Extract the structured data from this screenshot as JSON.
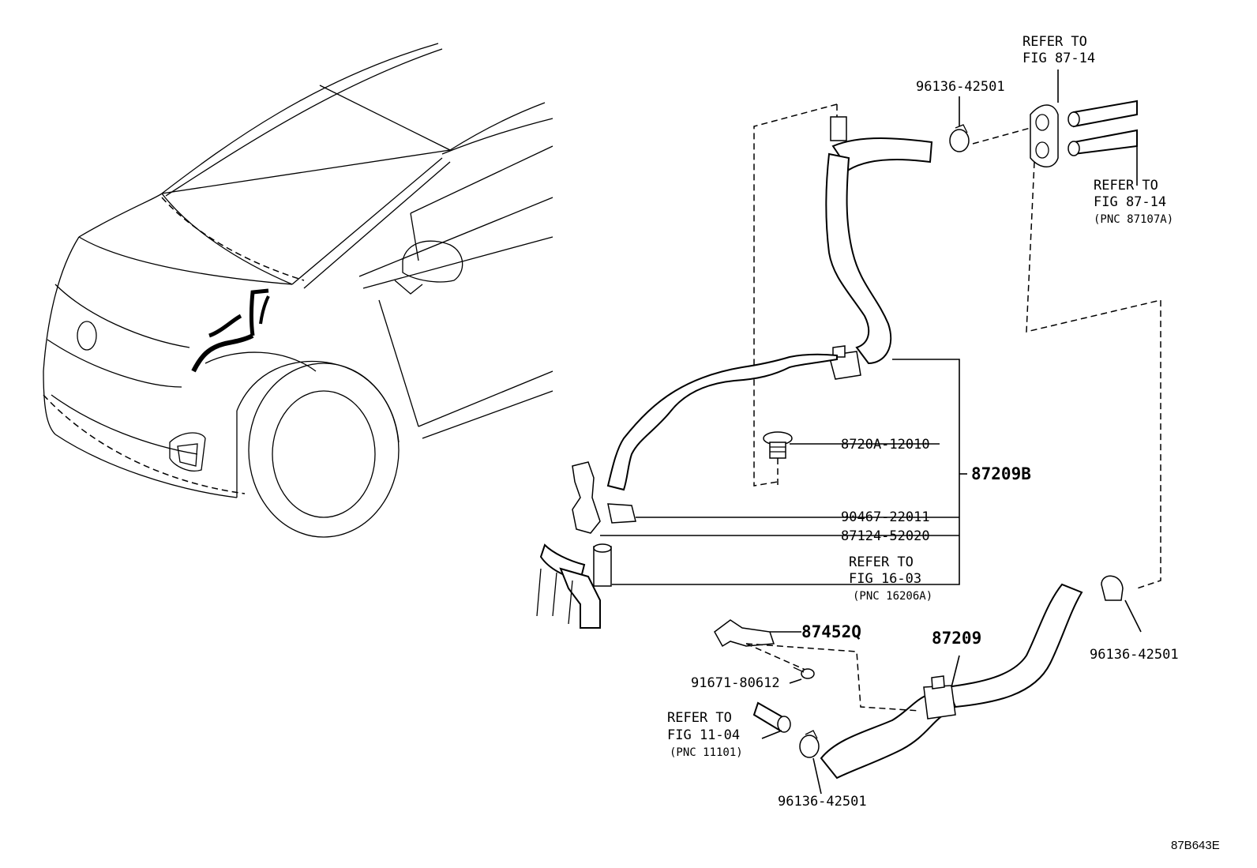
{
  "diagram_id": "87B643E",
  "labels": {
    "refer_top_1": "REFER TO",
    "refer_top_2": "FIG 87-14",
    "part_96136_top": "96136-42501",
    "refer_right_1": "REFER TO",
    "refer_right_2": "FIG 87-14",
    "refer_right_3": "(PNC 87107A)",
    "part_8720A": "8720A-12010",
    "part_87209B": "87209B",
    "part_90467": "90467-22011",
    "part_87124": "87124-52020",
    "refer_mid_1": "REFER TO",
    "refer_mid_2": "FIG 16-03",
    "refer_mid_3": "(PNC 16206A)",
    "part_87452Q": "87452Q",
    "part_87209": "87209",
    "part_96136_right": "96136-42501",
    "part_91671": "91671-80612",
    "refer_low_1": "REFER TO",
    "refer_low_2": "FIG 11-04",
    "refer_low_3": "(PNC 11101)",
    "part_96136_bottom": "96136-42501"
  }
}
